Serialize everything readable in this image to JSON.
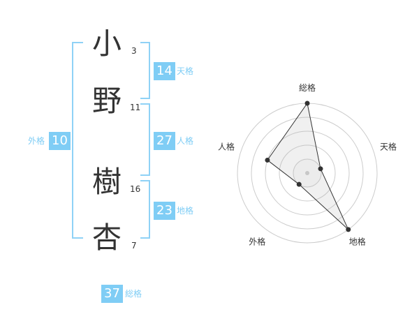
{
  "name": {
    "chars": [
      {
        "char": "小",
        "strokes": "3"
      },
      {
        "char": "野",
        "strokes": "11"
      },
      {
        "char": "樹",
        "strokes": "16"
      },
      {
        "char": "杏",
        "strokes": "7"
      }
    ]
  },
  "grades": {
    "tenkaku": {
      "value": "14",
      "label": "天格"
    },
    "jinkaku": {
      "value": "27",
      "label": "人格"
    },
    "chikaku": {
      "value": "23",
      "label": "地格"
    },
    "gaikaku": {
      "value": "10",
      "label": "外格"
    },
    "soukaku": {
      "value": "37",
      "label": "総格"
    }
  },
  "colors": {
    "accent": "#7fcdf5",
    "text": "#333333",
    "grid": "#cccccc"
  },
  "chart_data": {
    "type": "radar",
    "axes": [
      "総格",
      "天格",
      "地格",
      "外格",
      "人格"
    ],
    "levels": 5,
    "max": 5,
    "values": [
      5,
      1,
      5,
      1,
      3
    ]
  }
}
